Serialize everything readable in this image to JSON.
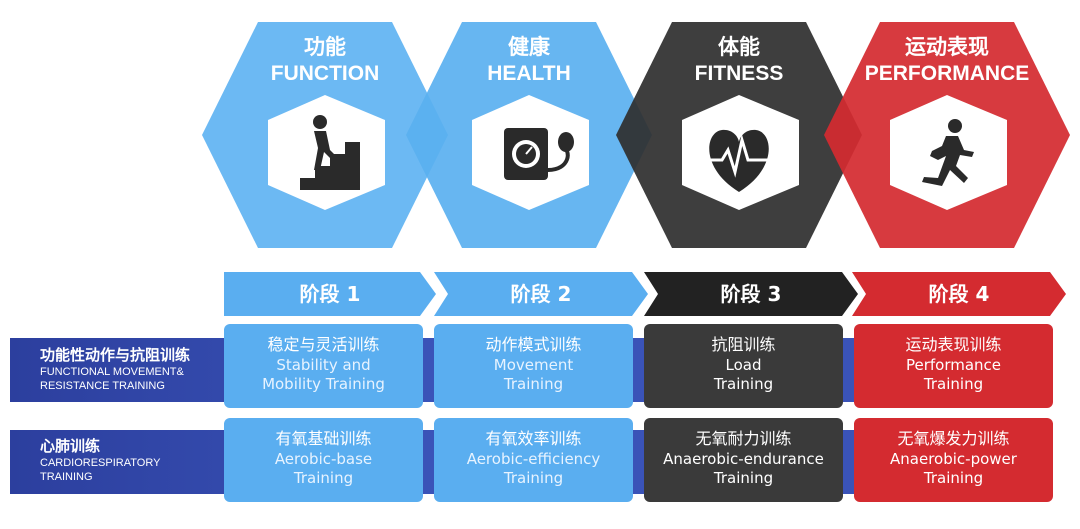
{
  "colors": {
    "blue": "#5aaef0",
    "dark": "#3a3a3a",
    "red": "#d42b30",
    "navy": "#2c3f9e"
  },
  "hexagons": [
    {
      "cn": "功能",
      "en": "FUNCTION",
      "icon": "stairs-climber-icon"
    },
    {
      "cn": "健康",
      "en": "HEALTH",
      "icon": "blood-pressure-monitor-icon"
    },
    {
      "cn": "体能",
      "en": "FITNESS",
      "icon": "heart-pulse-icon"
    },
    {
      "cn": "运动表现",
      "en": "PERFORMANCE",
      "icon": "runner-icon"
    }
  ],
  "stages": [
    "阶段 1",
    "阶段 2",
    "阶段 3",
    "阶段 4"
  ],
  "rows": [
    {
      "label_cn": "功能性动作与抗阻训练",
      "label_en_1": "FUNCTIONAL MOVEMENT&",
      "label_en_2": "RESISTANCE TRAINING",
      "cells": [
        {
          "cn": "稳定与灵活训练",
          "en1": "Stability and",
          "en2": "Mobility Training"
        },
        {
          "cn": "动作模式训练",
          "en1": "Movement",
          "en2": "Training"
        },
        {
          "cn": "抗阻训练",
          "en1": "Load",
          "en2": "Training"
        },
        {
          "cn": "运动表现训练",
          "en1": "Performance",
          "en2": "Training"
        }
      ]
    },
    {
      "label_cn": "心肺训练",
      "label_en_1": "CARDIORESPIRATORY",
      "label_en_2": "TRAINING",
      "cells": [
        {
          "cn": "有氧基础训练",
          "en1": "Aerobic-base",
          "en2": "Training"
        },
        {
          "cn": "有氧效率训练",
          "en1": "Aerobic-efficiency",
          "en2": "Training"
        },
        {
          "cn": "无氧耐力训练",
          "en1": "Anaerobic-endurance",
          "en2": "Training"
        },
        {
          "cn": "无氧爆发力训练",
          "en1": "Anaerobic-power",
          "en2": "Training"
        }
      ]
    }
  ]
}
